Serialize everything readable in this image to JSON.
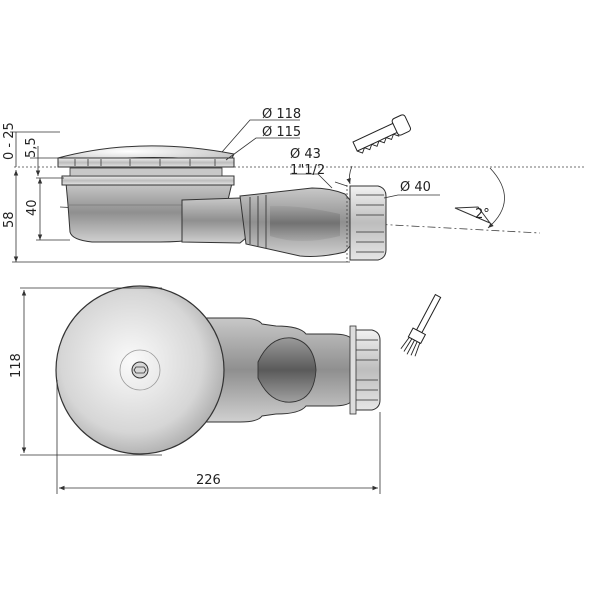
{
  "labels": {
    "dia_118": "Ø 118",
    "dia_115": "Ø 115",
    "dia_43": "Ø 43",
    "thread": "1\"1/2",
    "dia_40": "Ø 40",
    "slope": "2°",
    "adj": "0 - 25",
    "d55": "5,5",
    "d40": "40",
    "d58": "58",
    "d118": "118",
    "d226": "226"
  }
}
